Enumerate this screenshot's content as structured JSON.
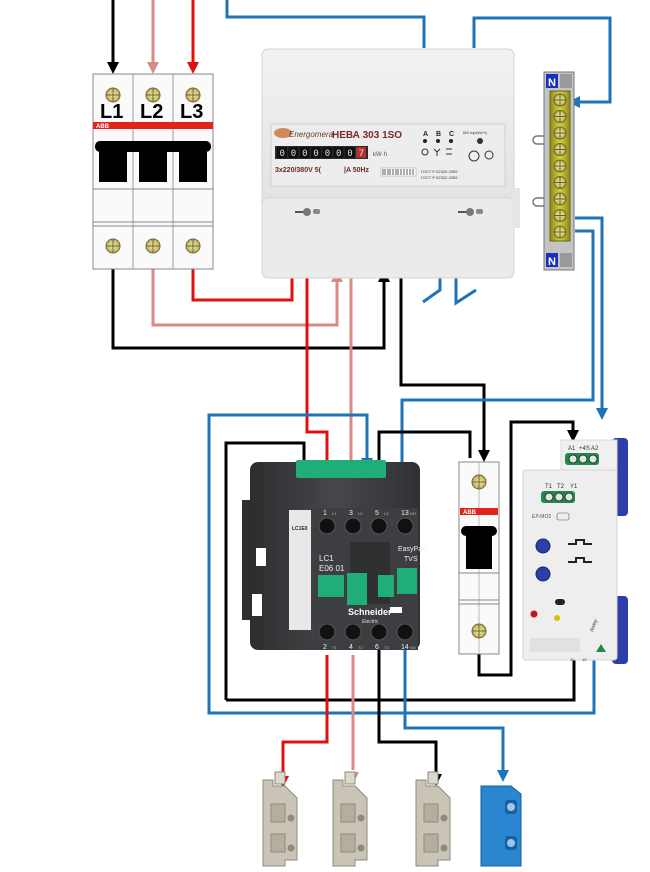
{
  "diagram": {
    "title": "Three-phase meter, contactor and voltage relay wiring",
    "colors": {
      "phase_l1": "#000000",
      "phase_l2": "#d98a84",
      "phase_l3": "#e01010",
      "neutral": "#1f73b7",
      "abb_red": "#e2231a",
      "contactor_body": "#3a3b3d",
      "contactor_green": "#1fae77",
      "relay_blue": "#2c3fa8",
      "nbus_yellow": "#c8c12e",
      "terminal_grey": "#c9c4b6",
      "terminal_blue": "#2a86d0"
    },
    "breaker_3p": {
      "brand": "ABB",
      "poles": [
        "L1",
        "L2",
        "L3"
      ]
    },
    "meter": {
      "brand": "Energomera",
      "model": "НЕВА 303 1SO",
      "display_digits": [
        "0",
        "0",
        "0",
        "0",
        "0",
        "0",
        "0",
        "7"
      ],
      "unit": "kW·h",
      "rating": "3x220/380V 5(",
      "frequency": "|A 50Hz",
      "phases_labels": [
        "A",
        "B",
        "C"
      ],
      "gost_1": "ГОСТ Р 52320-2005",
      "gost_2": "ГОСТ Р 52322-2005",
      "imp_label": "800 imp/(kW·h)"
    },
    "neutral_bus": {
      "label_top": "N",
      "label_bottom": "N",
      "screw_count": 9
    },
    "contactor": {
      "brand": "Schneider",
      "brand_sub": "Electric",
      "model_line1": "LC1",
      "model_line2": "E06 01",
      "series_line1": "EasyPact",
      "series_line2": "TVS",
      "top_terminals": [
        {
          "num": "1",
          "tag": "L1"
        },
        {
          "num": "3",
          "tag": "L2"
        },
        {
          "num": "5",
          "tag": "L3"
        },
        {
          "num": "13",
          "tag": "NO"
        }
      ],
      "bottom_terminals": [
        {
          "num": "2",
          "tag": "T1"
        },
        {
          "num": "4",
          "tag": "T2"
        },
        {
          "num": "6",
          "tag": "T3"
        },
        {
          "num": "14",
          "tag": "NO"
        }
      ],
      "side_label": "LC1E0"
    },
    "breaker_1p": {
      "brand": "ABB"
    },
    "relay": {
      "model": "ЕЛ-МО2",
      "top_terminals": [
        "A1",
        "+4S",
        "A2"
      ],
      "mid_terminals": [
        "T1",
        "T2",
        "Y1"
      ],
      "brand": "Reley",
      "bottom_terminals": [
        "11",
        "12"
      ]
    },
    "output_terminals": [
      {
        "color": "grey",
        "wire": "L3"
      },
      {
        "color": "grey",
        "wire": "L2"
      },
      {
        "color": "grey",
        "wire": "L1"
      },
      {
        "color": "blue",
        "wire": "N"
      }
    ]
  }
}
